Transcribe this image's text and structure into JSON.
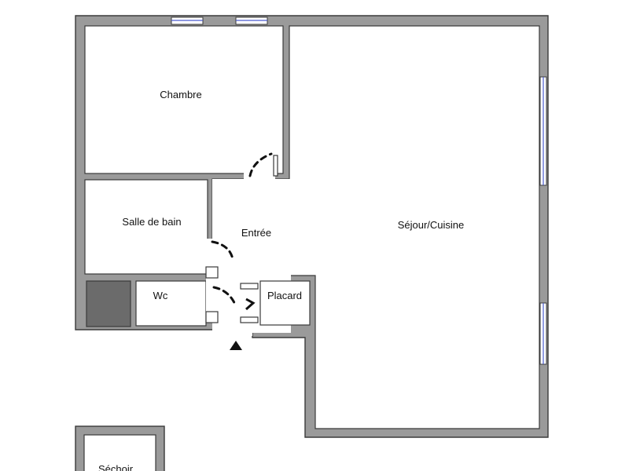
{
  "rooms": {
    "chambre": "Chambre",
    "salle_de_bain": "Salle de bain",
    "entree": "Entrée",
    "sejour_cuisine": "Séjour/Cuisine",
    "wc": "Wc",
    "placard": "Placard",
    "sechoir": "Séchoir"
  },
  "colors": {
    "wall": "#9a9a9a",
    "wall_outline": "#3a3a3a",
    "window": "#4a5bd0",
    "shaft": "#6b6b6b"
  },
  "icons": {
    "entrance_marker": "triangle-up"
  }
}
